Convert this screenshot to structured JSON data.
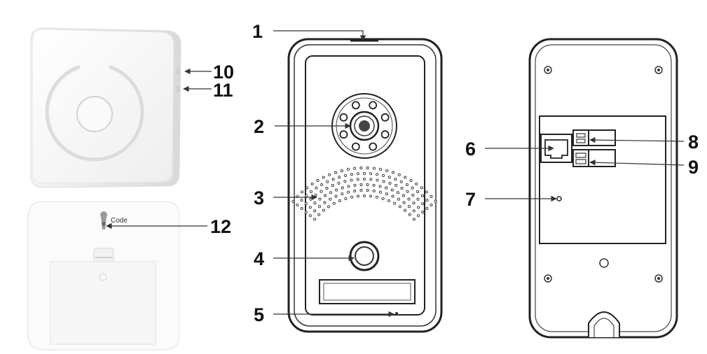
{
  "diagram": {
    "callouts": [
      {
        "id": "1",
        "label": "1"
      },
      {
        "id": "2",
        "label": "2"
      },
      {
        "id": "3",
        "label": "3"
      },
      {
        "id": "4",
        "label": "4"
      },
      {
        "id": "5",
        "label": "5"
      },
      {
        "id": "6",
        "label": "6"
      },
      {
        "id": "7",
        "label": "7"
      },
      {
        "id": "8",
        "label": "8"
      },
      {
        "id": "9",
        "label": "9"
      },
      {
        "id": "10",
        "label": "10"
      },
      {
        "id": "11",
        "label": "11"
      },
      {
        "id": "12",
        "label": "12"
      }
    ],
    "chime_back": {
      "code_label": "Code"
    }
  }
}
